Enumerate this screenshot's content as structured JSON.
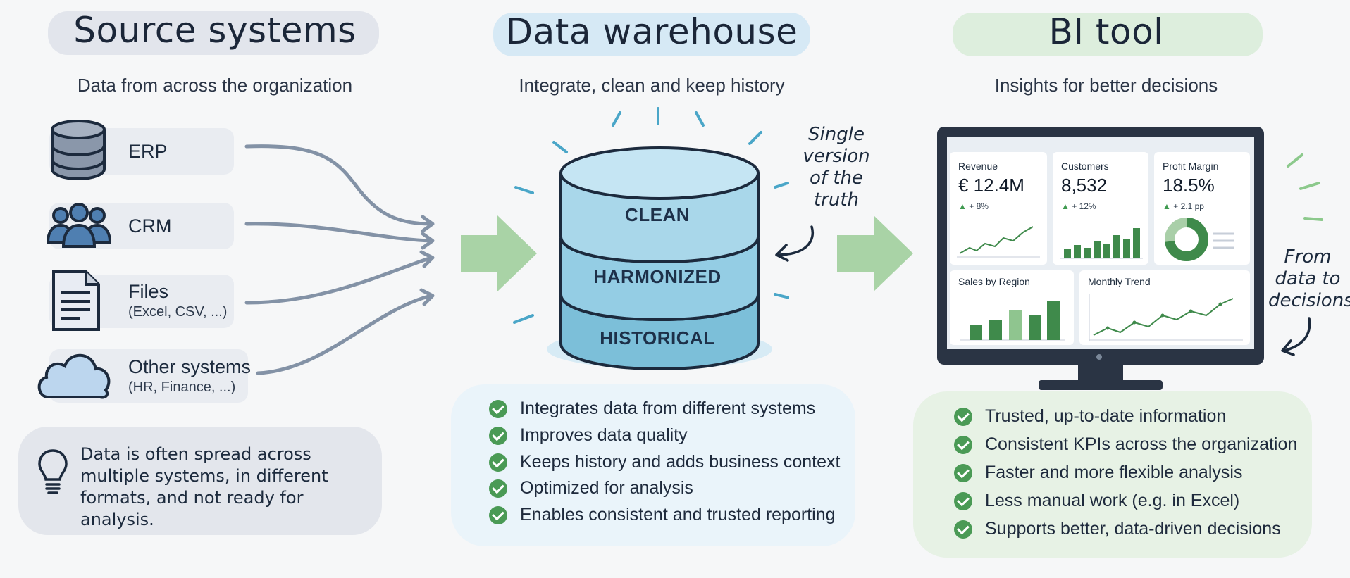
{
  "columns": {
    "source": {
      "title": "Source systems",
      "subtitle": "Data from across the organization"
    },
    "warehouse": {
      "title": "Data warehouse",
      "subtitle": "Integrate, clean and keep history"
    },
    "bi": {
      "title": "BI tool",
      "subtitle": "Insights for better decisions"
    }
  },
  "sources": [
    {
      "label": "ERP",
      "sub": "",
      "icon": "database-icon"
    },
    {
      "label": "CRM",
      "sub": "",
      "icon": "people-icon"
    },
    {
      "label": "Files",
      "sub": "(Excel, CSV, ...)",
      "icon": "document-icon"
    },
    {
      "label": "Other systems",
      "sub": "(HR, Finance, ...)",
      "icon": "cloud-icon"
    }
  ],
  "source_note": "Data is often spread across multiple systems, in different formats, and not ready for analysis.",
  "warehouse_layers": [
    "CLEAN",
    "HARMONIZED",
    "HISTORICAL"
  ],
  "warehouse_annotation": "Single version of the truth",
  "warehouse_benefits": [
    "Integrates data from different systems",
    "Improves data quality",
    "Keeps history and adds business context",
    "Optimized for analysis",
    "Enables consistent and trusted reporting"
  ],
  "dashboard": {
    "kpis": [
      {
        "title": "Revenue",
        "value": "€ 12.4M",
        "delta": "+ 8%"
      },
      {
        "title": "Customers",
        "value": "8,532",
        "delta": "+ 12%"
      },
      {
        "title": "Profit Margin",
        "value": "18.5%",
        "delta": "+ 2.1 pp"
      }
    ],
    "charts": [
      {
        "title": "Sales by Region"
      },
      {
        "title": "Monthly Trend"
      }
    ]
  },
  "bi_annotation": "From data to decisions",
  "bi_benefits": [
    "Trusted, up-to-date information",
    "Consistent KPIs across the organization",
    "Faster and more flexible analysis",
    "Less manual work (e.g. in Excel)",
    "Supports better, data-driven decisions"
  ],
  "colors": {
    "accent_blue": "#8fc6e6",
    "accent_green": "#a5d2a3",
    "check_green": "#4a9a55",
    "navy": "#1c2a3d"
  }
}
